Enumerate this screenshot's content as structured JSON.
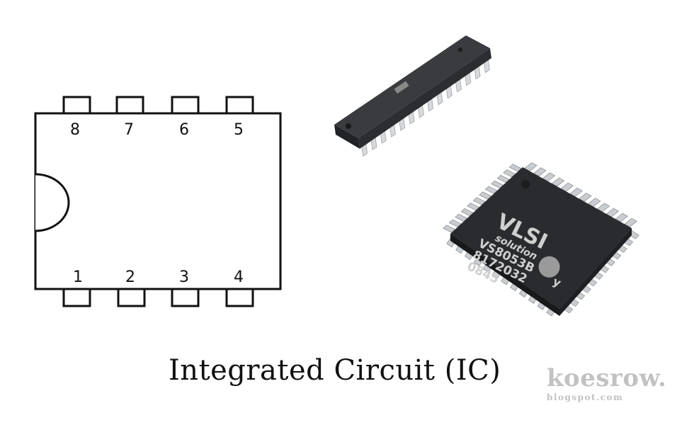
{
  "caption": "Integrated Circuit (IC)",
  "watermark": {
    "main": "koesrow.",
    "sub": "blogspot.com"
  },
  "pinout": {
    "top_pins": [
      "8",
      "7",
      "6",
      "5"
    ],
    "bottom_pins": [
      "1",
      "2",
      "3",
      "4"
    ]
  },
  "qfp_chip": {
    "lines": [
      "VLSI",
      "solution",
      "VS8053B",
      "8172032",
      "0845"
    ],
    "logo_letter": "y"
  },
  "colors": {
    "outline": "#111111",
    "chip_body": "#2a2b2f",
    "pins": "#cfd2d6",
    "watermark": "#c2c2c2"
  }
}
